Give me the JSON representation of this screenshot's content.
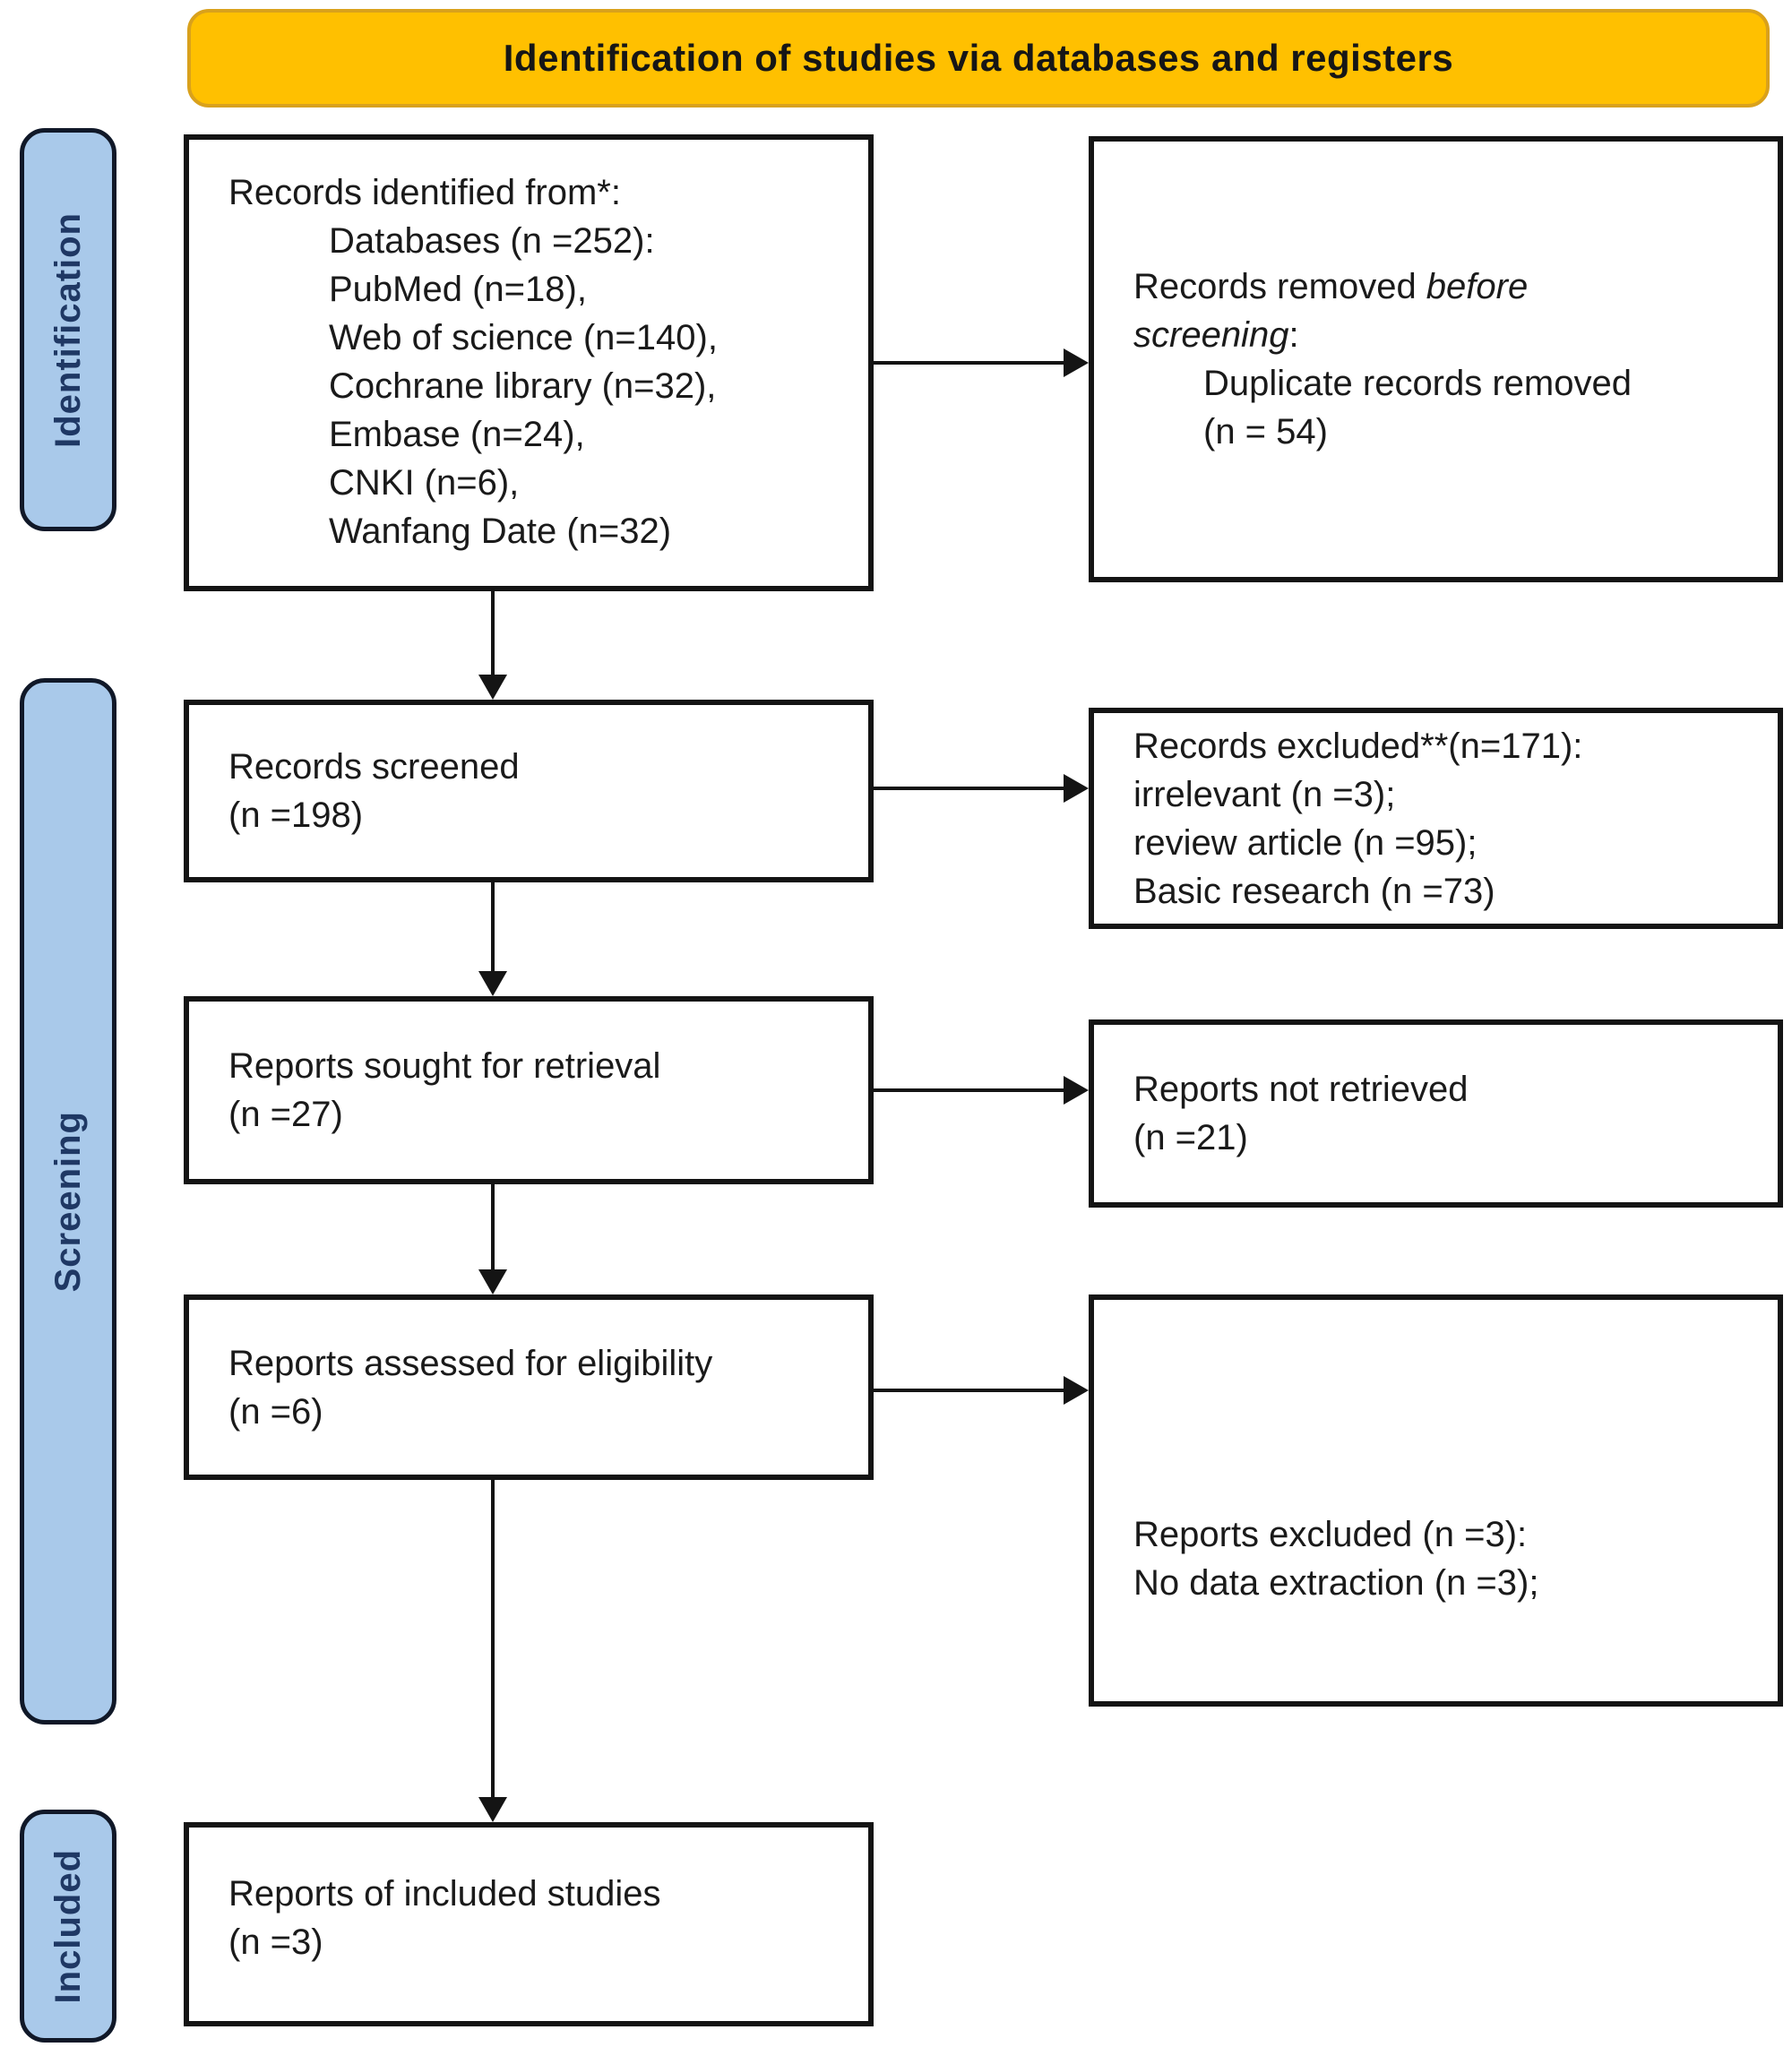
{
  "banner": {
    "title": "Identification of studies via databases and registers"
  },
  "sidebar": {
    "items": [
      {
        "label": "Identification"
      },
      {
        "label": "Screening"
      },
      {
        "label": "Included"
      }
    ]
  },
  "colors": {
    "banner_bg": "#FFC000",
    "banner_border": "#D9A11C",
    "sidebar_bg": "#A9C9EA",
    "sidebar_text": "#1F3864",
    "box_border": "#141414",
    "arrow": "#141414"
  },
  "flow": {
    "records_identified": {
      "lines": [
        {
          "text": "Records identified from*:"
        },
        {
          "text": "Databases (n =252):",
          "indent": true
        },
        {
          "text": "PubMed (n=18),",
          "indent": true
        },
        {
          "text": "Web of science (n=140),",
          "indent": true
        },
        {
          "text": "Cochrane library (n=32),",
          "indent": true
        },
        {
          "text": "Embase (n=24),",
          "indent": true
        },
        {
          "text": "CNKI (n=6),",
          "indent": true
        },
        {
          "text": "Wanfang Date (n=32)",
          "indent": true
        }
      ]
    },
    "records_removed": {
      "lines": [
        {
          "segments": [
            {
              "text": "Records removed "
            },
            {
              "text": "before",
              "italic": true
            }
          ]
        },
        {
          "segments": [
            {
              "text": "screening",
              "italic": true
            },
            {
              "text": ":"
            }
          ]
        },
        {
          "text": "Duplicate records removed",
          "indent": true
        },
        {
          "text": "(n = 54)",
          "indent": true
        }
      ]
    },
    "records_screened": {
      "lines": [
        {
          "text": "Records screened"
        },
        {
          "text": "(n =198)"
        }
      ]
    },
    "records_excluded": {
      "lines": [
        {
          "text": "Records excluded**(n=171):"
        },
        {
          "text": "irrelevant (n =3);"
        },
        {
          "text": "review article (n =95);"
        },
        {
          "text": "Basic research (n =73)"
        }
      ]
    },
    "reports_sought": {
      "lines": [
        {
          "text": "Reports sought for retrieval"
        },
        {
          "text": "(n =27)"
        }
      ]
    },
    "reports_not_retrieved": {
      "lines": [
        {
          "text": "Reports not retrieved"
        },
        {
          "text": "(n =21)"
        }
      ]
    },
    "reports_assessed": {
      "lines": [
        {
          "text": "Reports assessed for eligibility"
        },
        {
          "text": "(n =6)"
        }
      ]
    },
    "reports_excluded": {
      "lines": [
        {
          "text": "Reports excluded (n =3):"
        },
        {
          "text": "No data extraction (n =3);"
        }
      ]
    },
    "reports_included": {
      "lines": [
        {
          "text": "Reports of included studies"
        },
        {
          "text": "(n =3)"
        }
      ]
    }
  }
}
